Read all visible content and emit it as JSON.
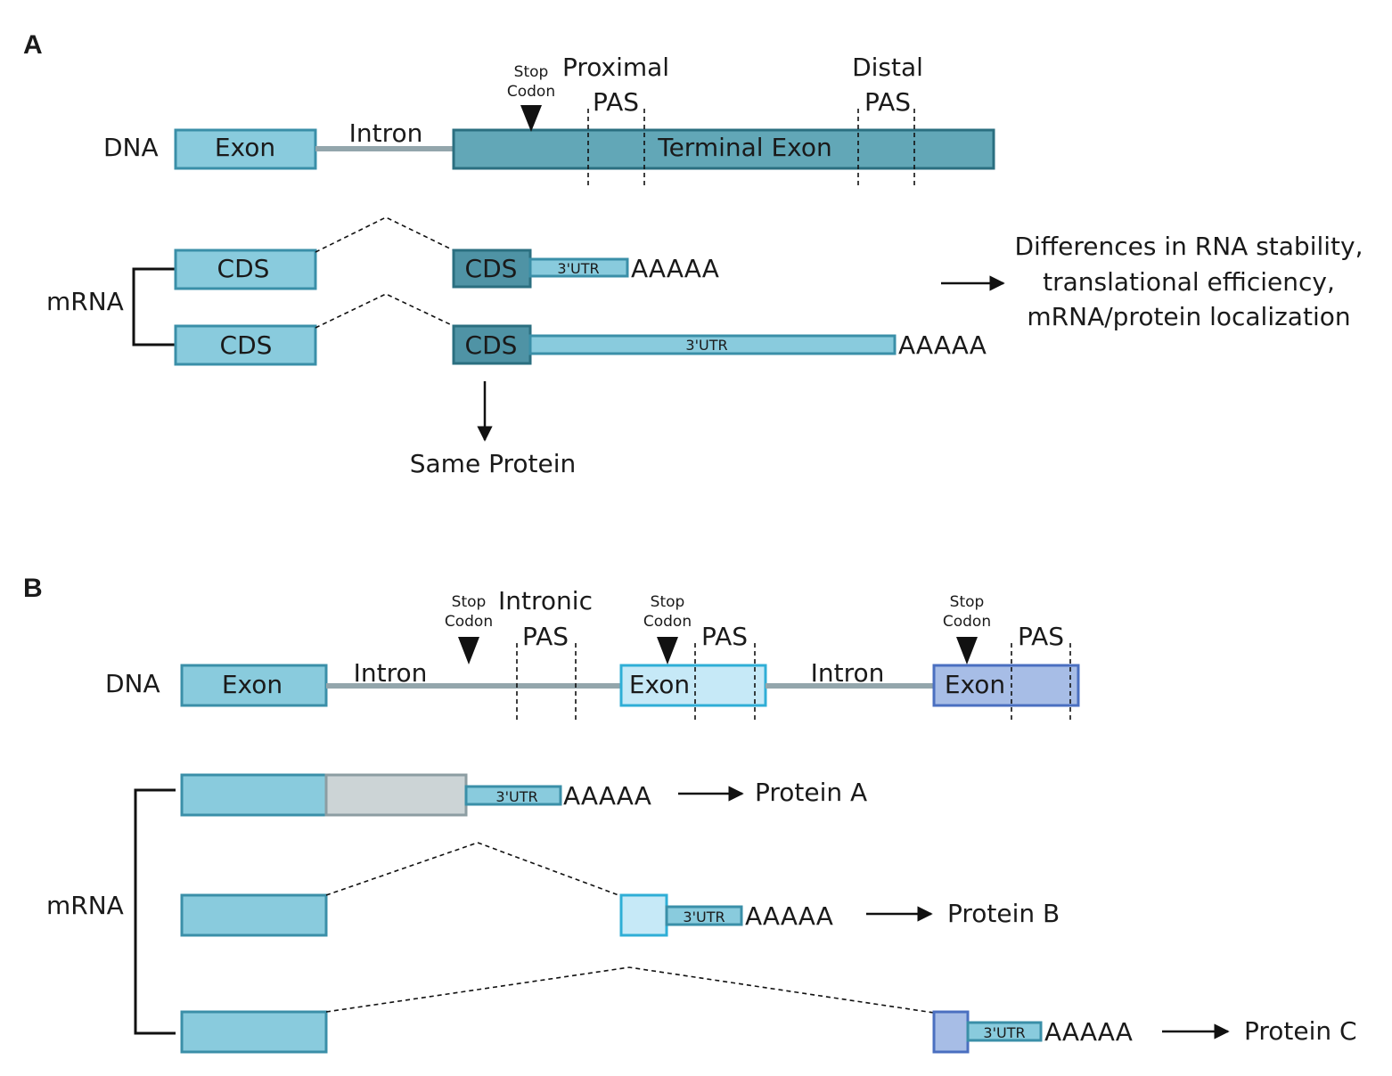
{
  "panel_a": {
    "letter": "A",
    "dna_label": "DNA",
    "exon_label": "Exon",
    "intron_label": "Intron",
    "terminal_exon_label": "Terminal Exon",
    "stop_codon_line1": "Stop",
    "stop_codon_line2": "Codon",
    "proximal_line1": "Proximal",
    "proximal_line2": "PAS",
    "distal_line1": "Distal",
    "distal_line2": "PAS",
    "mrna_label": "mRNA",
    "cds_label": "CDS",
    "utr_label": "3'UTR",
    "polya_label": "AAAAA",
    "outcome_line1": "Differences in RNA stability,",
    "outcome_line2": "translational efficiency,",
    "outcome_line3": "mRNA/protein localization",
    "same_protein_label": "Same Protein"
  },
  "panel_b": {
    "letter": "B",
    "dna_label": "DNA",
    "exon_label": "Exon",
    "intron_label": "Intron",
    "stop_codon_line1": "Stop",
    "stop_codon_line2": "Codon",
    "intronic_line1": "Intronic",
    "intronic_line2": "PAS",
    "pas_label": "PAS",
    "mrna_label": "mRNA",
    "utr_label": "3'UTR",
    "polya_label": "AAAAA",
    "protein_a": "Protein A",
    "protein_b": "Protein B",
    "protein_c": "Protein C"
  },
  "colors": {
    "exon_fill": "#89cbdd",
    "exon_stroke": "#3a8fa8",
    "terminal_exon_fill": "#62a7b7",
    "terminal_exon_stroke": "#2b6f80",
    "cds_dark_fill": "#4f93a5",
    "intron_line": "#93a6ac",
    "light_exon_fill": "#c6e9f7",
    "light_exon_stroke": "#2faed6",
    "blue_exon_fill": "#a7bde6",
    "blue_exon_stroke": "#4a6fc0",
    "retained_intron_fill": "#ccd4d6",
    "retained_intron_stroke": "#8c9da2"
  }
}
